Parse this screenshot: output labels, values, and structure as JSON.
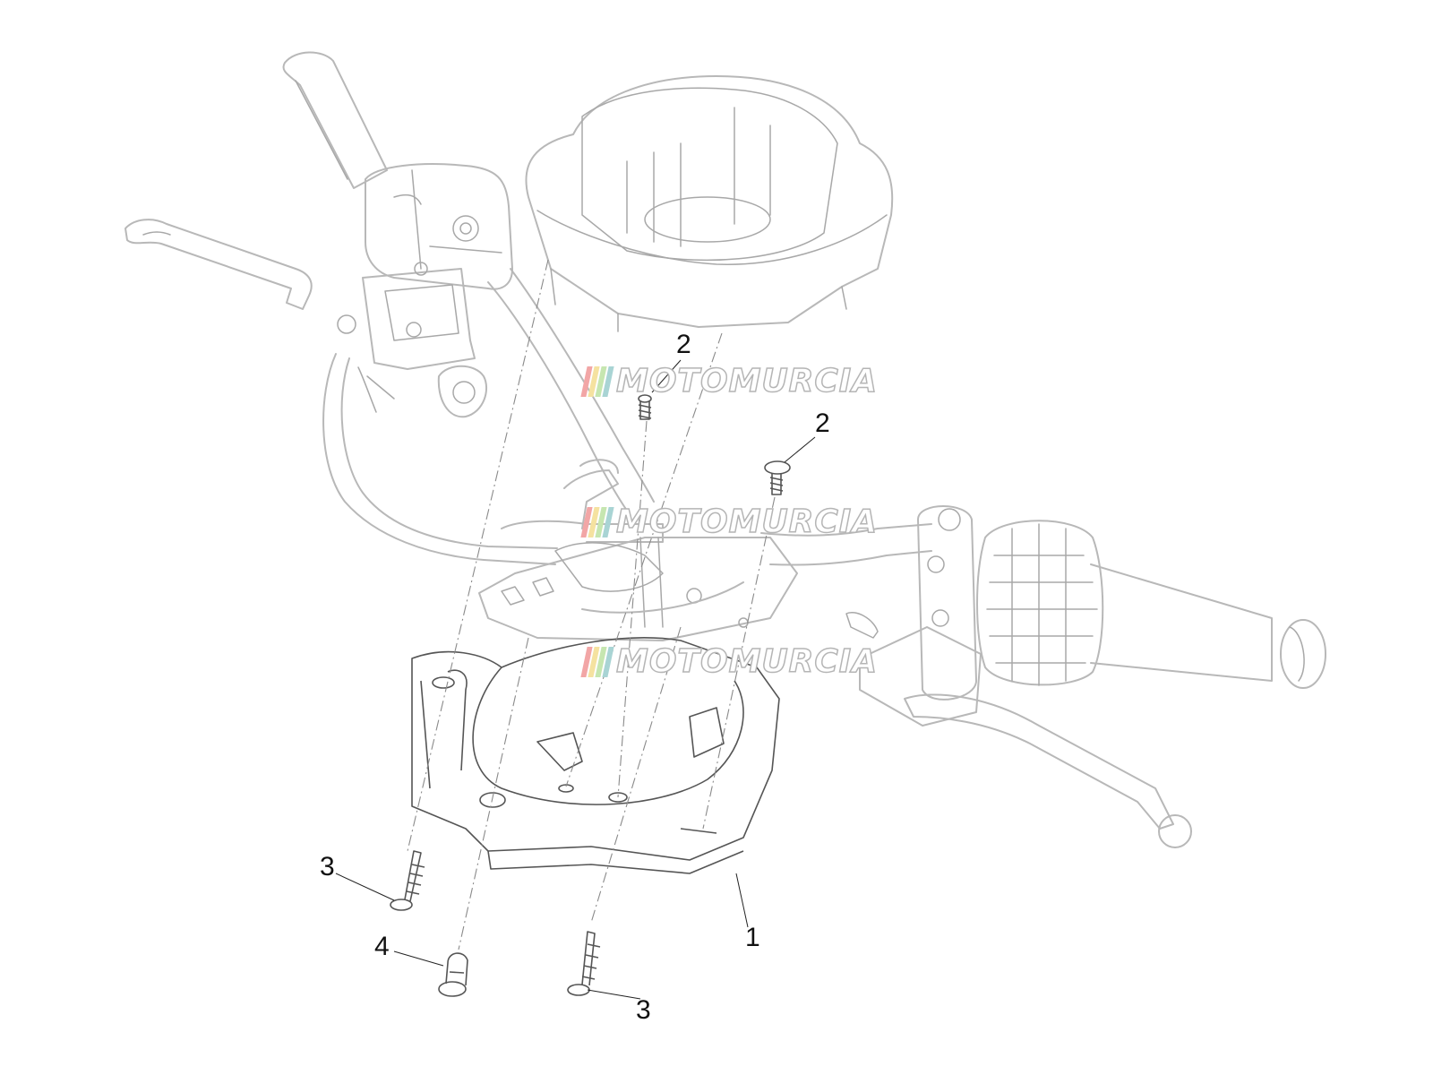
{
  "callouts": [
    {
      "label": "1"
    },
    {
      "label": "2"
    },
    {
      "label": "2"
    },
    {
      "label": "3"
    },
    {
      "label": "3"
    },
    {
      "label": "4"
    }
  ],
  "watermark": {
    "text": "MOTOMURCIA",
    "stripe_colors": [
      "#f2a6a6",
      "#f5e2a0",
      "#c6e6b0",
      "#a9d4d4"
    ]
  },
  "colors": {
    "context_lines": "#b8b8b8",
    "part_lines": "#555555",
    "callout_text": "#111111"
  }
}
